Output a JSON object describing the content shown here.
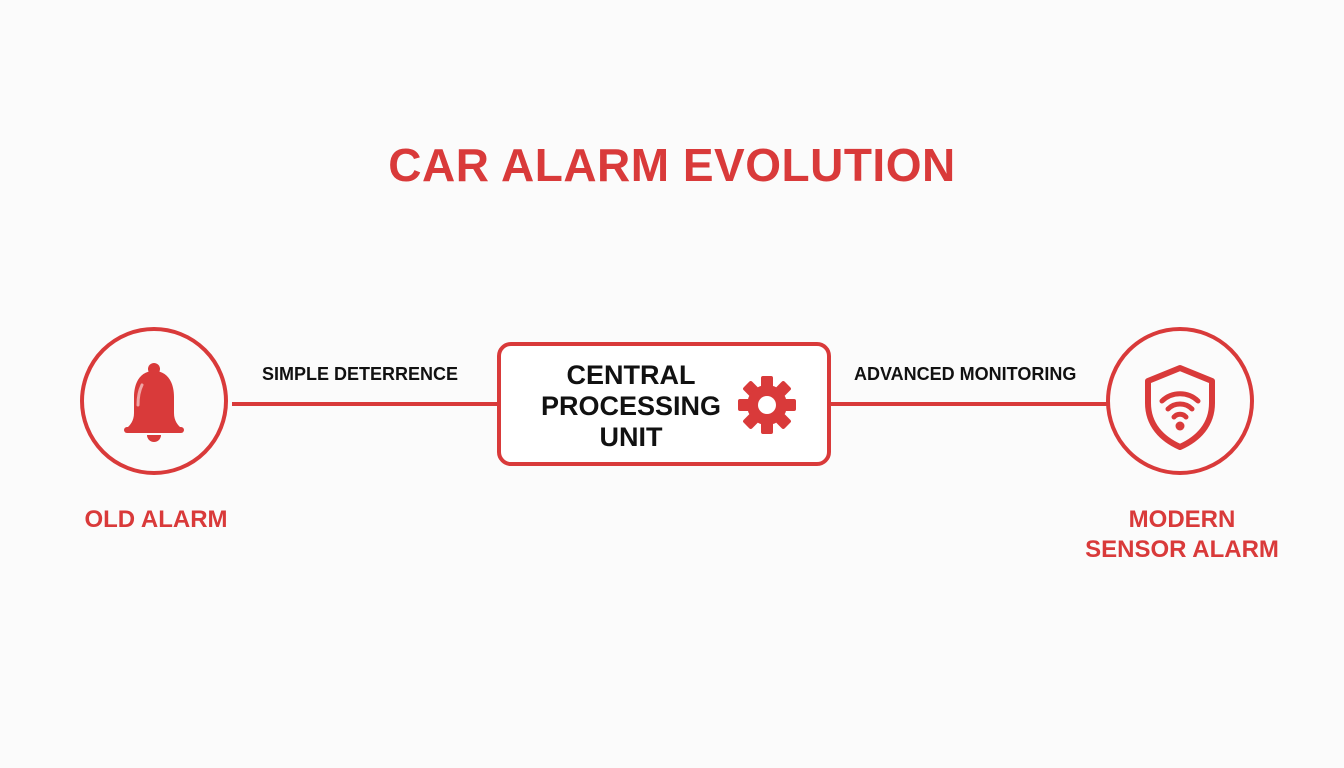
{
  "title": "CAR ALARM EVOLUTION",
  "accent_color": "#d93a3a",
  "text_color": "#111111",
  "nodes": {
    "left": {
      "label": "OLD ALARM",
      "icon": "bell-icon"
    },
    "center": {
      "label_lines": [
        "CENTRAL",
        "PROCESSING",
        "UNIT"
      ],
      "icon": "gear-icon"
    },
    "right": {
      "label_lines": [
        "MODERN",
        "SENSOR ALARM"
      ],
      "icon": "shield-wifi-icon"
    }
  },
  "edges": {
    "left": {
      "label": "SIMPLE DETERRENCE"
    },
    "right": {
      "label": "ADVANCED MONITORING"
    }
  }
}
